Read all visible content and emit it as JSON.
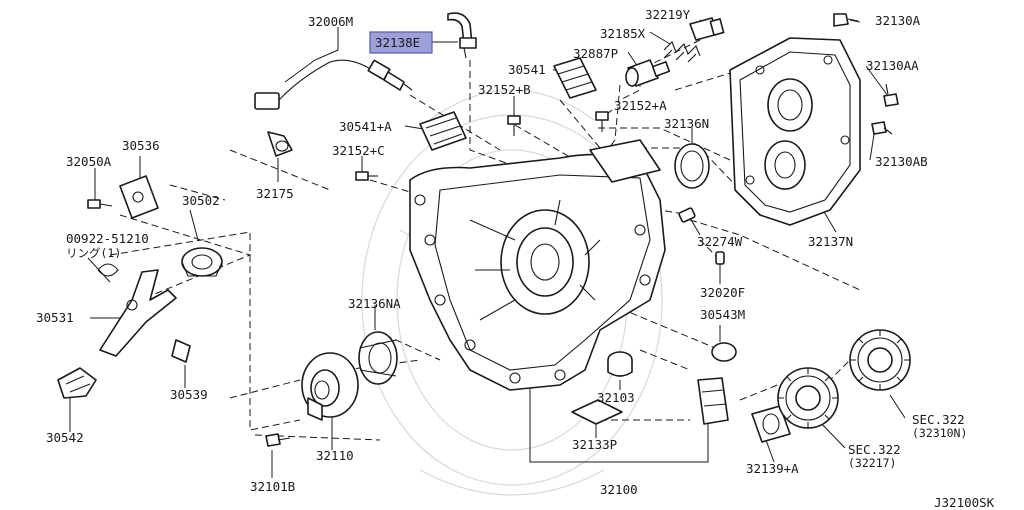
{
  "highlight_color": "#9da0d8",
  "code": "J32100SK",
  "labels": {
    "p32006M": "32006M",
    "p32138E": "32138E",
    "p32219Y": "32219Y",
    "p32185X": "32185X",
    "p32887P": "32887P",
    "p32130A": "32130A",
    "p32130AA": "32130AA",
    "p32130AB": "32130AB",
    "p30541": "30541",
    "p32152B": "32152+B",
    "p32152A": "32152+A",
    "p30541A": "30541+A",
    "p32152C": "32152+C",
    "p32136N": "32136N",
    "p30536": "30536",
    "p32050A": "32050A",
    "p32175": "32175",
    "p30502": "30502",
    "p00922": "00922-51210",
    "p00922sub": "リング(1)",
    "p30531": "30531",
    "p30539": "30539",
    "p30542": "30542",
    "p32136NA": "32136NA",
    "p32274W": "32274W",
    "p32137N": "32137N",
    "p32020F": "32020F",
    "p30543M": "30543M",
    "p32103": "32103",
    "p32133P": "32133P",
    "p32110": "32110",
    "p32101B": "32101B",
    "p32100": "32100",
    "p32139A": "32139+A",
    "sec322a": "SEC.322",
    "sec322a_sub": "(32217)",
    "sec322b": "SEC.322",
    "sec322b_sub": "(32310N)"
  }
}
